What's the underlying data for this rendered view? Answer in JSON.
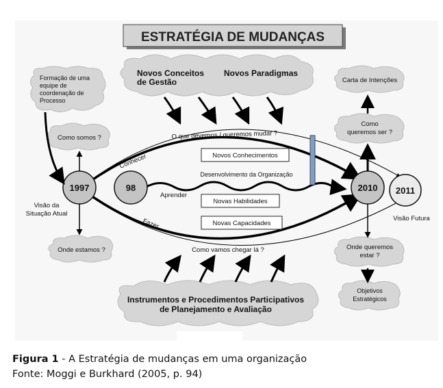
{
  "title": "ESTRATÉGIA DE MUDANÇAS",
  "top_cloud": {
    "line1a": "Novos Conceitos",
    "line1b": "Novos Paradigmas",
    "line2": "de Gestão"
  },
  "bottom_cloud": {
    "line1": "Instrumentos e Procedimentos Participativos",
    "line2": "de Planejamento e Avaliação"
  },
  "left": {
    "formacao": [
      "Formação de uma",
      "equipe de",
      "coordenação de",
      "Processo"
    ],
    "como_somos": "Como somos ?",
    "onde_estamos": "Onde estamos ?",
    "visao_atual": [
      "Visão da",
      "Situação Atual"
    ]
  },
  "right": {
    "carta": "Carta de Intenções",
    "como_queremos": [
      "Como",
      "queremos ser ?"
    ],
    "onde_queremos": [
      "Onde queremos",
      "estar ?"
    ],
    "objetivos": [
      "Objetivos",
      "Estratégicos"
    ],
    "visao_futura": "Visão Futura"
  },
  "nodes": {
    "n1997": "1997",
    "n98": "98",
    "n2010": "2010",
    "n2011": "2011"
  },
  "center": {
    "o_que": "O que devemos / queremos mudar ?",
    "como_chegar": "Como vamos chegar lá ?",
    "desenvolvimento": "Desenvolvimento da Organização",
    "conhecer": "Conhecer",
    "aprender": "Aprender",
    "fazer": "Fazer",
    "box_conhecimentos": "Novos Conhecimentos",
    "box_habilidades": "Novas Habilidades",
    "box_capacidades": "Novas Capacidades"
  },
  "caption": {
    "figure_label": "Figura 1",
    "figure_text": " - A Estratégia de mudanças em uma organização",
    "source": "Fonte: Moggi e Burkhard (2005, p. 94)"
  }
}
